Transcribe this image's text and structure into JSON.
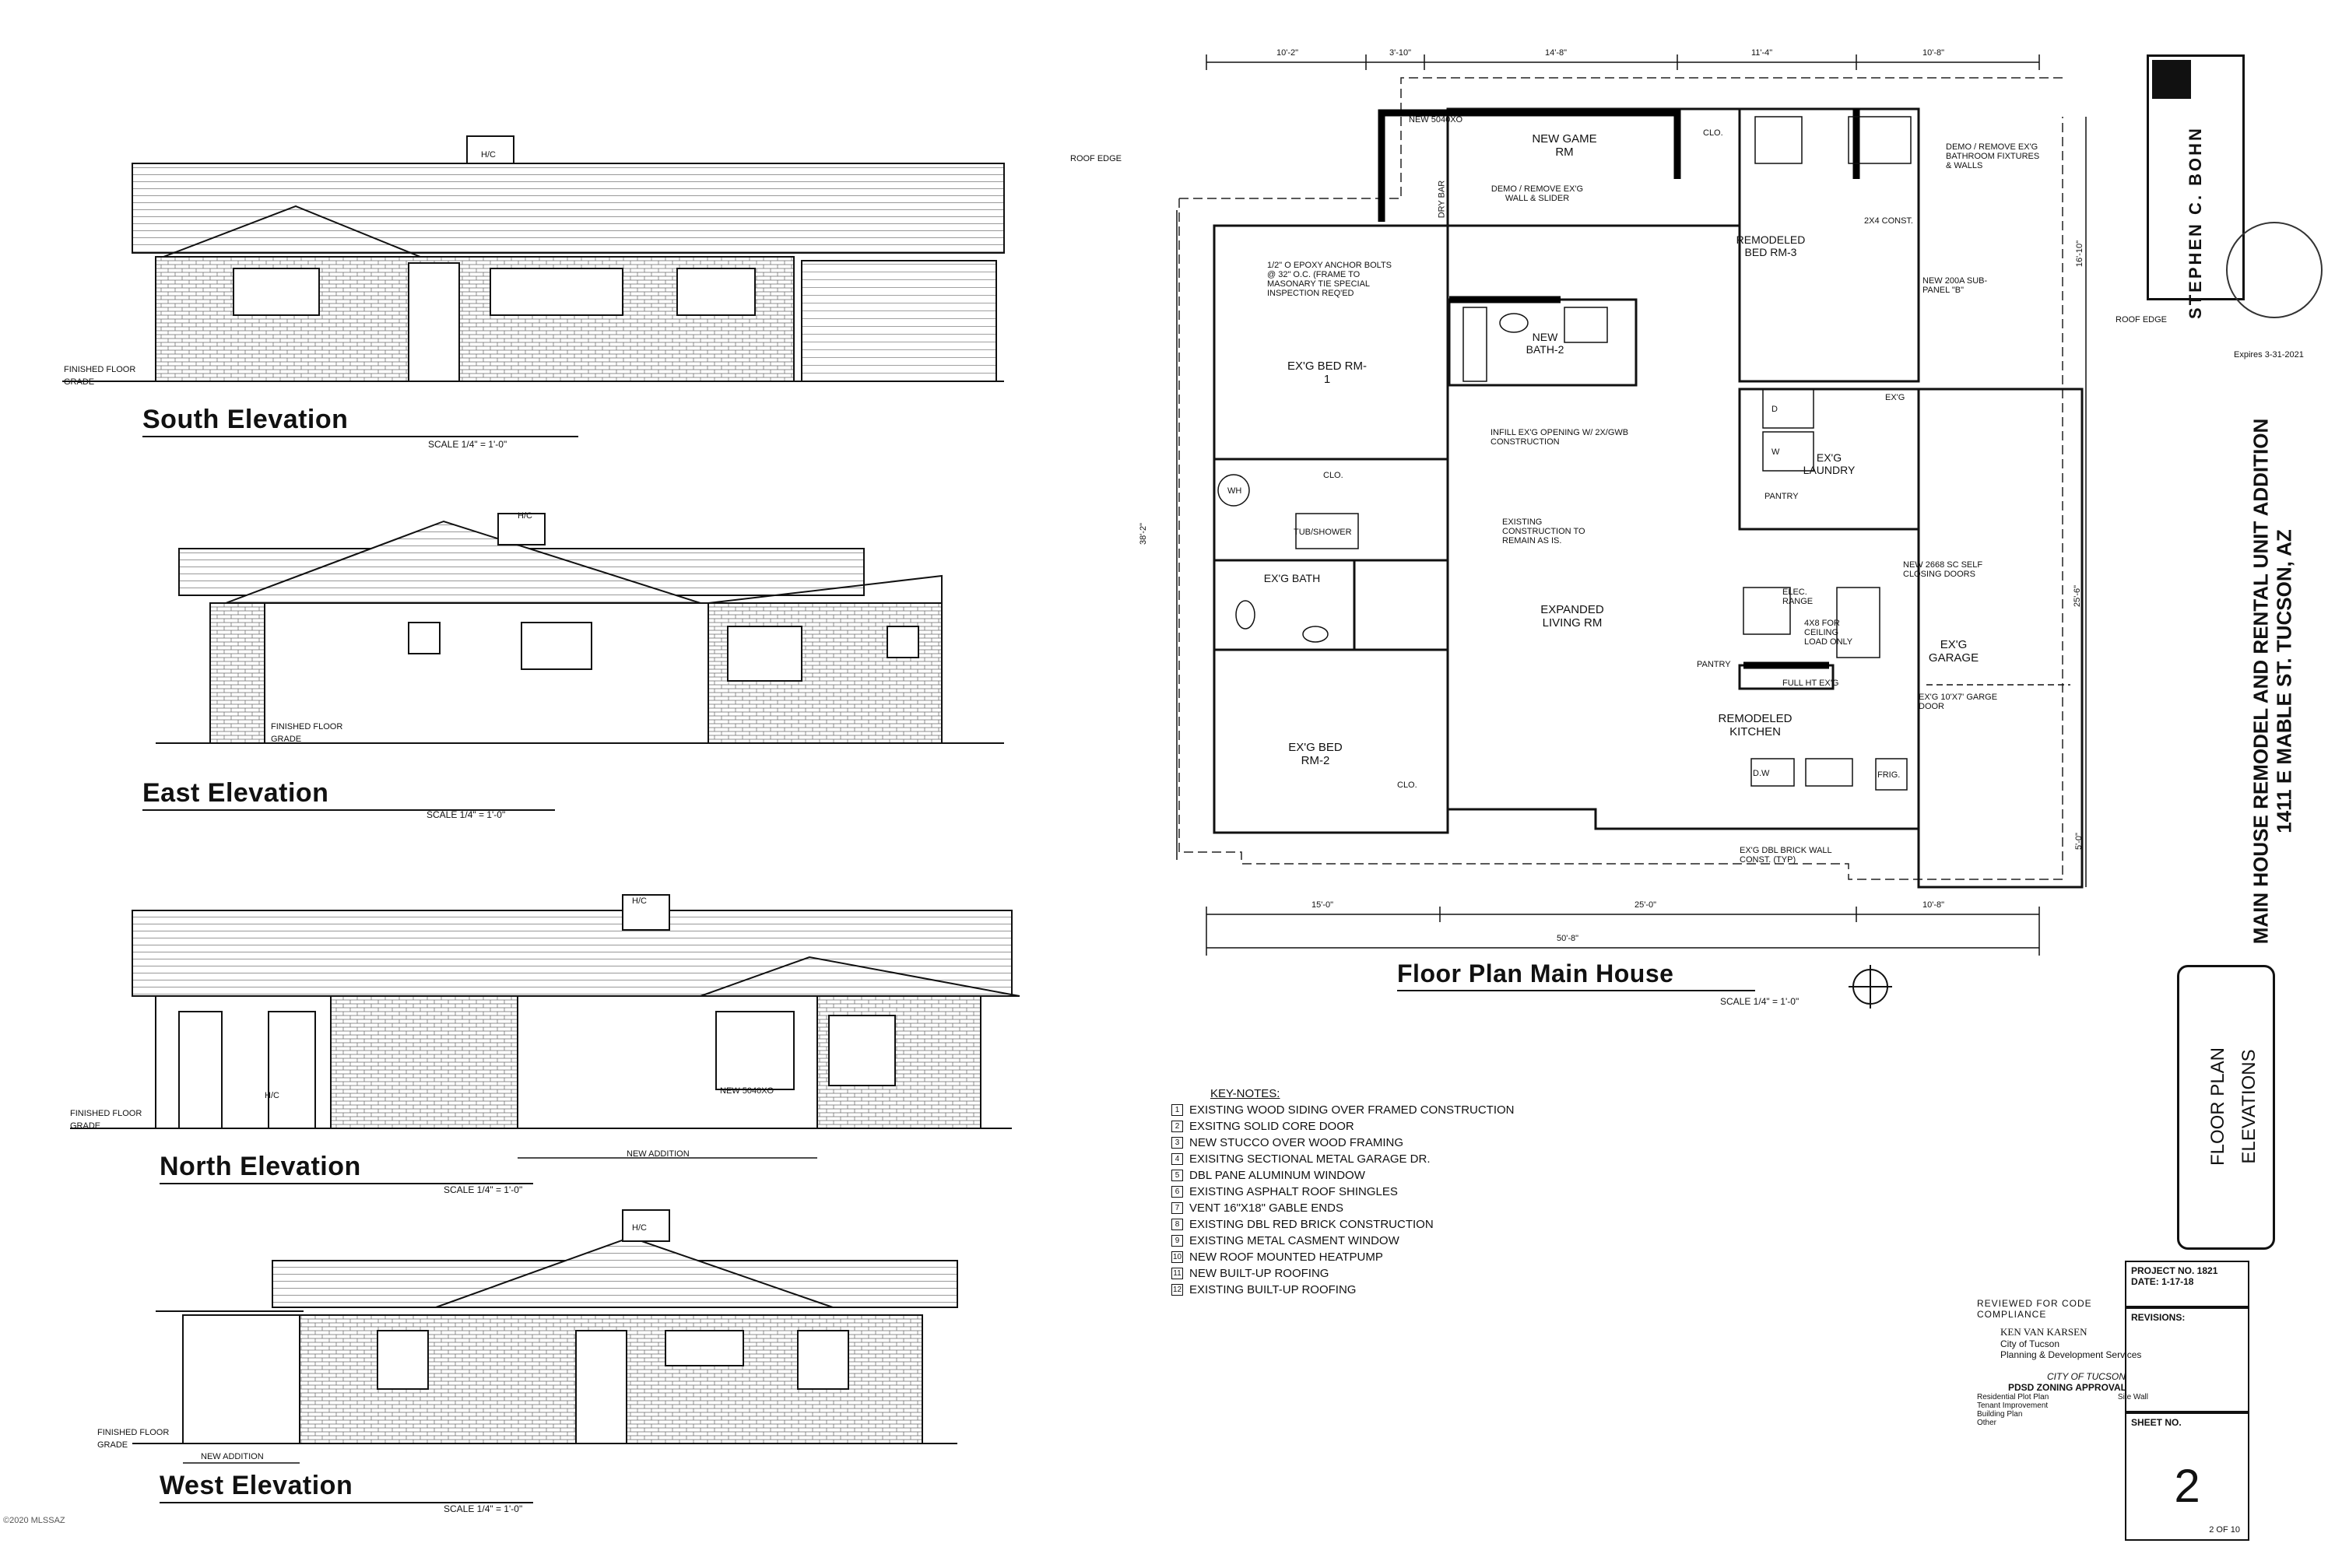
{
  "elevations": {
    "south": {
      "title": "South Elevation",
      "scale": "SCALE 1/4\" = 1'-0\"",
      "floor_label_1": "FINISHED FLOOR",
      "floor_label_2": "GRADE"
    },
    "east": {
      "title": "East Elevation",
      "scale": "SCALE 1/4\" = 1'-0\"",
      "floor_label_1": "FINISHED FLOOR",
      "floor_label_2": "GRADE"
    },
    "north": {
      "title": "North Elevation",
      "scale": "SCALE 1/4\" = 1'-0\"",
      "floor_label_1": "FINISHED FLOOR",
      "floor_label_2": "GRADE",
      "new_addition": "NEW ADDITION",
      "window_label": "NEW 5040XO"
    },
    "west": {
      "title": "West Elevation",
      "scale": "SCALE 1/4\" = 1'-0\"",
      "floor_label_1": "FINISHED FLOOR",
      "floor_label_2": "GRADE",
      "new_addition": "NEW ADDITION"
    },
    "hc": "H/C"
  },
  "floor_plan": {
    "title": "Floor Plan Main House",
    "scale": "SCALE 1/4\" = 1'-0\"",
    "roof_edge": "ROOF EDGE",
    "rooms": {
      "game": "NEW GAME RM",
      "bed3": "REMODELED BED RM-3",
      "bed1": "EX'G BED RM-1",
      "bath2": "NEW BATH-2",
      "laundry": "EX'G LAUNDRY",
      "bath": "EX'G BATH",
      "living": "EXPANDED LIVING RM",
      "garage": "EX'G GARAGE",
      "bed2": "EX'G BED RM-2",
      "kitchen": "REMODELED KITCHEN",
      "pantry": "PANTRY"
    },
    "notes": {
      "window": "NEW 5040XO",
      "dry_bar": "DRY BAR",
      "demo_wall": "DEMO / REMOVE EX'G WALL & SLIDER",
      "demo_bath": "DEMO / REMOVE EX'G BATHROOM FIXTURES & WALLS",
      "const": "2X4 CONST.",
      "epoxy": "1/2\" O EPOXY ANCHOR BOLTS @ 32\" O.C. (FRAME TO MASONARY TIE SPECIAL INSPECTION REQ'ED",
      "subpanel": "NEW 200A SUB-PANEL \"B\"",
      "infill": "INFILL EX'G OPENING W/ 2X/GWB CONSTRUCTION",
      "existing": "EXISTING CONSTRUCTION TO REMAIN AS IS.",
      "sc_doors": "NEW 2668 SC SELF CLOSING DOORS",
      "garage_door": "EX'G 10'X7' GARGE DOOR",
      "brick_wall": "EX'G DBL BRICK WALL CONST. (TYP)",
      "elec_range": "ELEC. RANGE",
      "ceiling_load": "4X8 FOR CEILING LOAD ONLY",
      "full_ht": "FULL HT EX'G",
      "clo": "CLO.",
      "wh": "WH",
      "tub": "TUB/SHOWER",
      "dw": "D.W",
      "frig": "FRIG.",
      "d": "D",
      "w": "W",
      "exg": "EX'G"
    },
    "dims_top": [
      "10'-2\"",
      "3'-10\"",
      "14'-8\"",
      "11'-4\"",
      "10'-8\""
    ],
    "dims_bottom": [
      "15'-0\"",
      "25'-0\"",
      "10'-8\""
    ],
    "dim_total": "50'-8\"",
    "dim_left": "38'-2\"",
    "dims_right": [
      "16'-10\"",
      "25'-6\"",
      "5'-0\""
    ]
  },
  "key_notes": {
    "heading": "KEY-NOTES:",
    "items": [
      {
        "n": "1",
        "text": "EXISTING WOOD SIDING OVER FRAMED CONSTRUCTION"
      },
      {
        "n": "2",
        "text": "EXSITNG SOLID CORE DOOR"
      },
      {
        "n": "3",
        "text": "NEW STUCCO OVER WOOD FRAMING"
      },
      {
        "n": "4",
        "text": "EXISITNG SECTIONAL METAL GARAGE DR."
      },
      {
        "n": "5",
        "text": "DBL PANE ALUMINUM WINDOW"
      },
      {
        "n": "6",
        "text": "EXISTING ASPHALT ROOF SHINGLES"
      },
      {
        "n": "7",
        "text": "VENT 16\"X18\" GABLE ENDS"
      },
      {
        "n": "8",
        "text": "EXISTING DBL RED BRICK CONSTRUCTION"
      },
      {
        "n": "9",
        "text": "EXISTING METAL CASMENT WINDOW"
      },
      {
        "n": "10",
        "text": "NEW ROOF MOUNTED HEATPUMP"
      },
      {
        "n": "11",
        "text": "NEW BUILT-UP ROOFING"
      },
      {
        "n": "12",
        "text": "EXISTING BUILT-UP ROOFING"
      }
    ]
  },
  "title_block": {
    "project_title": "MAIN HOUSE REMODEL AND RENTAL UNIT ADDITION",
    "address": "1411 E MABLE ST. TUCSON, AZ",
    "architect": "STEPHEN C. BOHN",
    "sheet_title_1": "FLOOR PLAN",
    "sheet_title_2": "ELEVATIONS",
    "project_no": "PROJECT NO. 1821",
    "date": "DATE: 1-17-18",
    "revisions": "REVISIONS:",
    "sheet_no_label": "SHEET NO.",
    "sheet_no": "2",
    "sheet_of": "2 OF 10",
    "seal_expires": "Expires 3-31-2021"
  },
  "approval": {
    "reviewed": "REVIEWED FOR CODE COMPLIANCE",
    "name": "KEN VAN KARSEN",
    "org_1": "City of Tucson",
    "org_2": "Planning & Development Services",
    "city": "CITY OF TUCSON",
    "pdsd": "PDSD ZONING APPROVAL",
    "opt_1": "Residential Plot Plan",
    "opt_2": "Tenant Improvement",
    "opt_3": "Building Plan",
    "opt_4": "Other",
    "opt_5": "Site Wall"
  },
  "watermark": "©2020 MLSSAZ"
}
